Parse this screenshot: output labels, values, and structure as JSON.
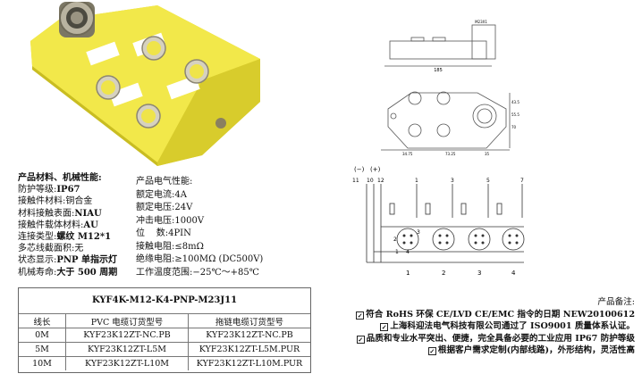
{
  "mechanical": {
    "title": "产品材料、机械性能:",
    "rows": [
      {
        "label": "防护等级:",
        "value": "IP67"
      },
      {
        "label": "接触件材料:",
        "value": "铜合金"
      },
      {
        "label": "材料接触表面:",
        "value": "NIAU"
      },
      {
        "label": "接触件载体材料:",
        "value": "AU"
      },
      {
        "label": "连接类型:",
        "value": "螺纹 M12*1"
      },
      {
        "label": "多芯线截面积:",
        "value": "无"
      },
      {
        "label": "状态显示:",
        "value": "PNP 单指示灯"
      },
      {
        "label": "机械寿命:",
        "value": "大于 500 周期"
      }
    ]
  },
  "electrical": {
    "title": "产品电气性能:",
    "rows": [
      {
        "label": "额定电流:",
        "value": "4A"
      },
      {
        "label": "额定电压:",
        "value": "24V"
      },
      {
        "label": "冲击电压:",
        "value": "1000V"
      },
      {
        "label": "位    数:",
        "value": "4PIN"
      },
      {
        "label": "接触电阻:",
        "value": "≤8mΩ"
      },
      {
        "label": "绝缘电阻:",
        "value": "≥100MΩ (DC500V)"
      },
      {
        "label": "工作温度范围:",
        "value": "−25℃～+85℃"
      }
    ]
  },
  "order_table": {
    "model": "KYF4K-M12-K4-PNP-M23J11",
    "headers": [
      "线长",
      "PVC 电缆订货型号",
      "拖链电缆订货型号"
    ],
    "rows": [
      [
        "0M",
        "KYF23K12ZT-NC.PB",
        "KYF23K12ZT-NC.PB"
      ],
      [
        "5M",
        "KYF23K12ZT-L5M",
        "KYF23K12ZT-L5M.PUR"
      ],
      [
        "10M",
        "KYF23K12ZT-L10M",
        "KYF23K12ZT-L10M.PUR"
      ]
    ]
  },
  "notes": {
    "title": "产品备注:",
    "items": [
      "符合 RoHS 环保 CE/LVD CE/EMC 指令的日期 NEW20100612",
      "上海科迎法电气科技有限公司通过了 ISO9001 质量体系认证。",
      "品质和专业水平突出、便捷，完全具备必要的工业应用 IP67 防护等级",
      "根据客户需求定制(内部线路)，外形结构，灵活性高"
    ]
  },
  "drawing": {
    "dim_top": "185",
    "dim_side": "M23X1",
    "dim_bottom_1": "34.75",
    "dim_bottom_2": "73.25",
    "dim_bottom_3": "35",
    "dim_right_1": "43.5",
    "dim_right_2": "55.5",
    "dim_right_3": "70"
  },
  "wiring": {
    "polarity_minus": "(−)",
    "polarity_plus": "(+)",
    "pins_top": [
      "11",
      "10",
      "12",
      "1",
      "3",
      "5",
      "7"
    ],
    "port_numbers": [
      "1",
      "2",
      "3",
      "4"
    ],
    "pin_labels": [
      "2",
      "3",
      "4",
      "1"
    ]
  },
  "colors": {
    "housing": "#f2e84a",
    "housing_dark": "#d9cd2a",
    "metal": "#b9b3a0"
  }
}
